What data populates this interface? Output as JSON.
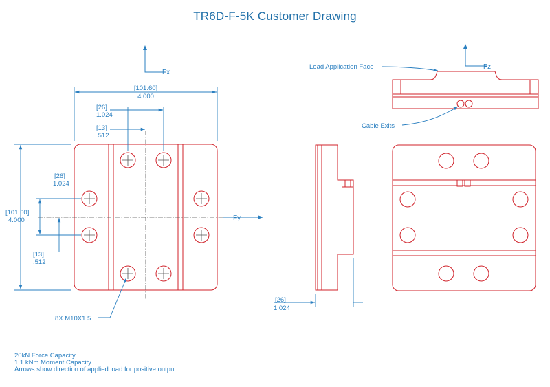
{
  "drawing": {
    "title": "TR6D-F-5K Customer Drawing",
    "axes": {
      "fx": "Fx",
      "fy": "Fy",
      "fz": "Fz"
    },
    "dimensions": {
      "width_mm": "[101.60]",
      "width_in": "4.000",
      "hole_span_mm": "[26]",
      "hole_span_in": "1.024",
      "hole_half_mm": "[13]",
      "hole_half_in": ".512",
      "height_mm": "[101.60]",
      "height_in": "4.000",
      "v_hole_span_mm": "[26]",
      "v_hole_span_in": "1.024",
      "v_hole_half_mm": "[13]",
      "v_hole_half_in": ".512",
      "thickness_mm": "[26]",
      "thickness_in": "1.024"
    },
    "callouts": {
      "thread": "8X  M10X1.5",
      "load_face": "Load Application Face",
      "cable_exits": "Cable Exits"
    },
    "notes": [
      "20kN Force Capacity",
      "1.1 kNm Moment Capacity",
      "Arrows show direction of applied load for positive output."
    ],
    "colors": {
      "part": "#d0222a",
      "dimension": "#2a7fc0",
      "title": "#1f6fa8",
      "centerline": "#555555"
    }
  }
}
